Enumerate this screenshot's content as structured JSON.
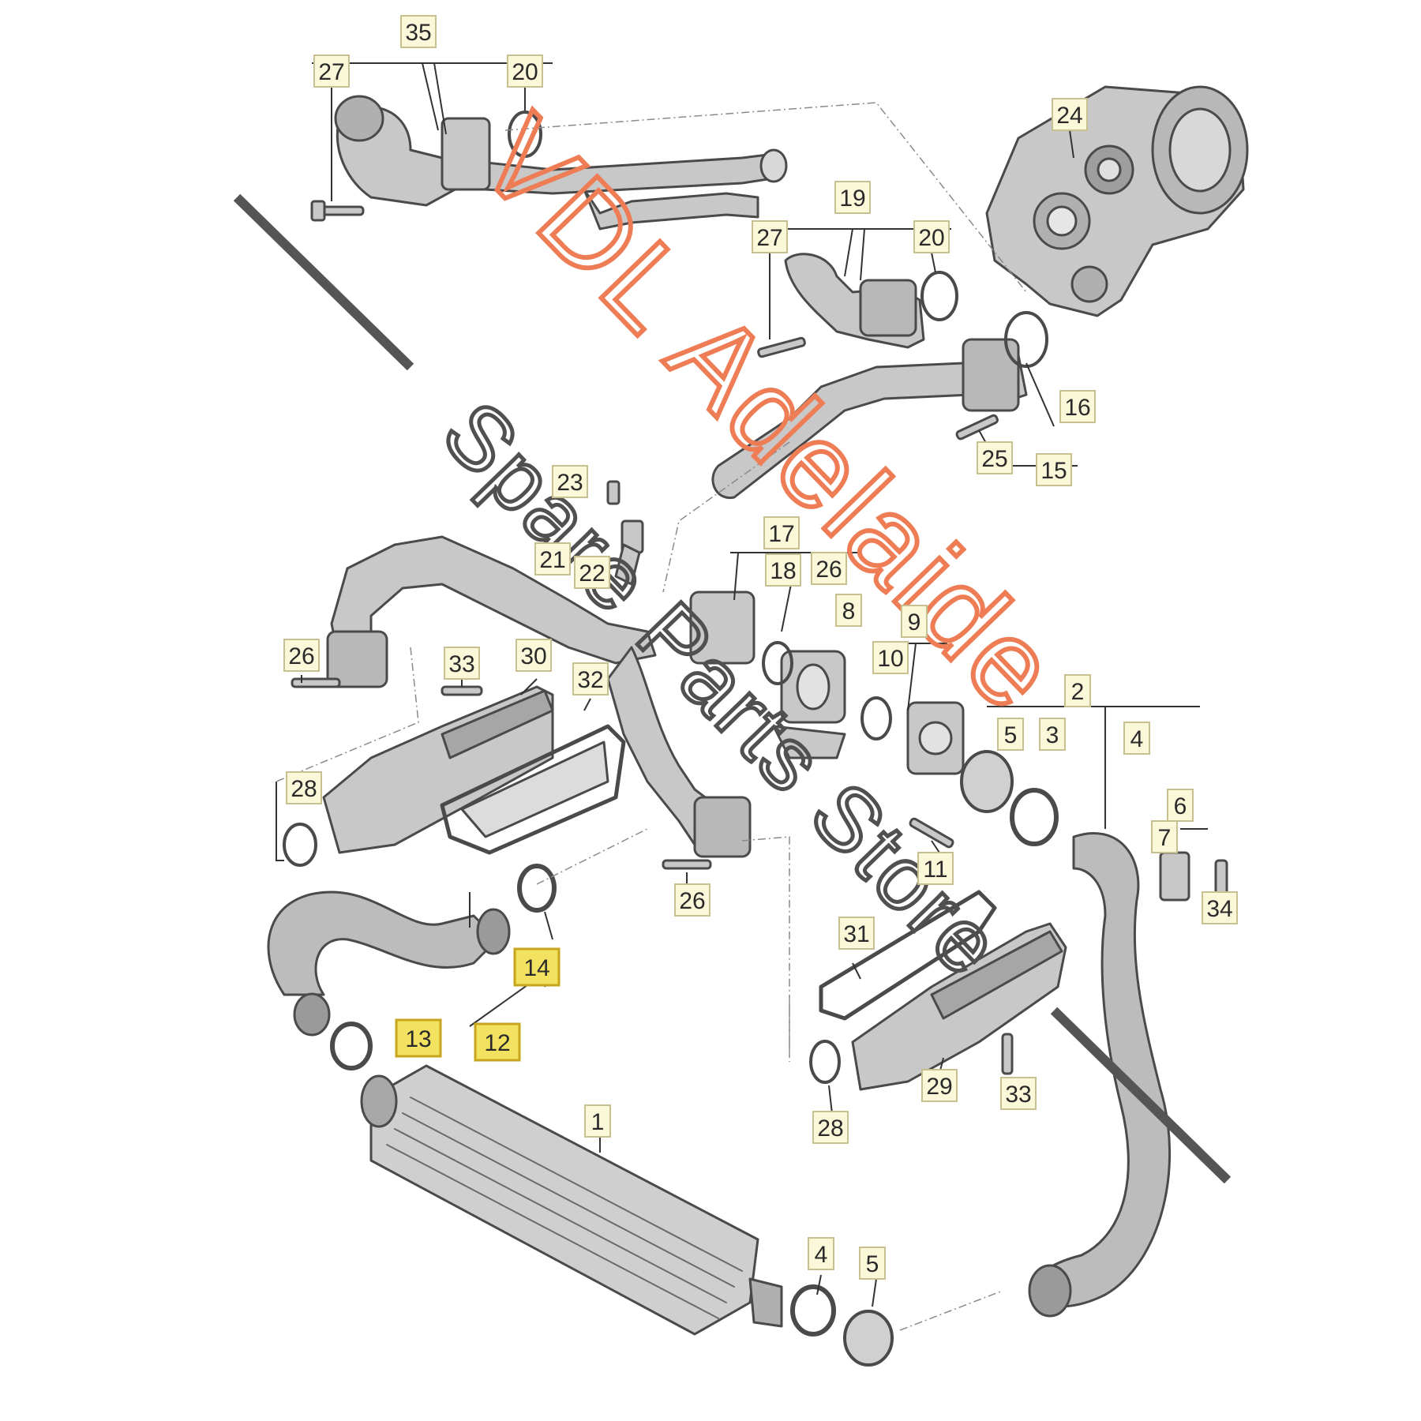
{
  "colors": {
    "callout_bg": "#fbf7d9",
    "callout_border": "#c9c092",
    "highlight_bg": "#f3e25f",
    "highlight_border": "#c7a61b",
    "part_fill": "#c8c8c8",
    "part_stroke": "#4a4a4a",
    "watermark_main": "#ee7d55",
    "watermark_sub": "#505050"
  },
  "watermark": {
    "main": "VDL Adelaide",
    "sub": "Spare Parts Store"
  },
  "callouts": [
    {
      "id": "c35a",
      "text": "35"
    },
    {
      "id": "c27a",
      "text": "27"
    },
    {
      "id": "c20a",
      "text": "20"
    },
    {
      "id": "c24",
      "text": "24"
    },
    {
      "id": "c19",
      "text": "19"
    },
    {
      "id": "c27b",
      "text": "27"
    },
    {
      "id": "c20b",
      "text": "20"
    },
    {
      "id": "c16",
      "text": "16"
    },
    {
      "id": "c25",
      "text": "25"
    },
    {
      "id": "c15",
      "text": "15"
    },
    {
      "id": "c23",
      "text": "23"
    },
    {
      "id": "c21",
      "text": "21"
    },
    {
      "id": "c22",
      "text": "22"
    },
    {
      "id": "c17",
      "text": "17"
    },
    {
      "id": "c18",
      "text": "18"
    },
    {
      "id": "c26a",
      "text": "26"
    },
    {
      "id": "c8",
      "text": "8"
    },
    {
      "id": "c9",
      "text": "9"
    },
    {
      "id": "c10",
      "text": "10"
    },
    {
      "id": "c26b",
      "text": "26"
    },
    {
      "id": "c33a",
      "text": "33"
    },
    {
      "id": "c30",
      "text": "30"
    },
    {
      "id": "c32",
      "text": "32"
    },
    {
      "id": "c2",
      "text": "2"
    },
    {
      "id": "c5a",
      "text": "5"
    },
    {
      "id": "c3",
      "text": "3"
    },
    {
      "id": "c4a",
      "text": "4"
    },
    {
      "id": "c28a",
      "text": "28"
    },
    {
      "id": "c6",
      "text": "6"
    },
    {
      "id": "c7",
      "text": "7"
    },
    {
      "id": "c11",
      "text": "11"
    },
    {
      "id": "c26c",
      "text": "26"
    },
    {
      "id": "c34",
      "text": "34"
    },
    {
      "id": "c31",
      "text": "31"
    },
    {
      "id": "c14",
      "text": "14"
    },
    {
      "id": "c13",
      "text": "13"
    },
    {
      "id": "c12",
      "text": "12"
    },
    {
      "id": "c29",
      "text": "29"
    },
    {
      "id": "c33b",
      "text": "33"
    },
    {
      "id": "c28b",
      "text": "28"
    },
    {
      "id": "c1",
      "text": "1"
    },
    {
      "id": "c4b",
      "text": "4"
    },
    {
      "id": "c5b",
      "text": "5"
    }
  ],
  "highlighted_callouts": [
    "14",
    "13",
    "12"
  ]
}
